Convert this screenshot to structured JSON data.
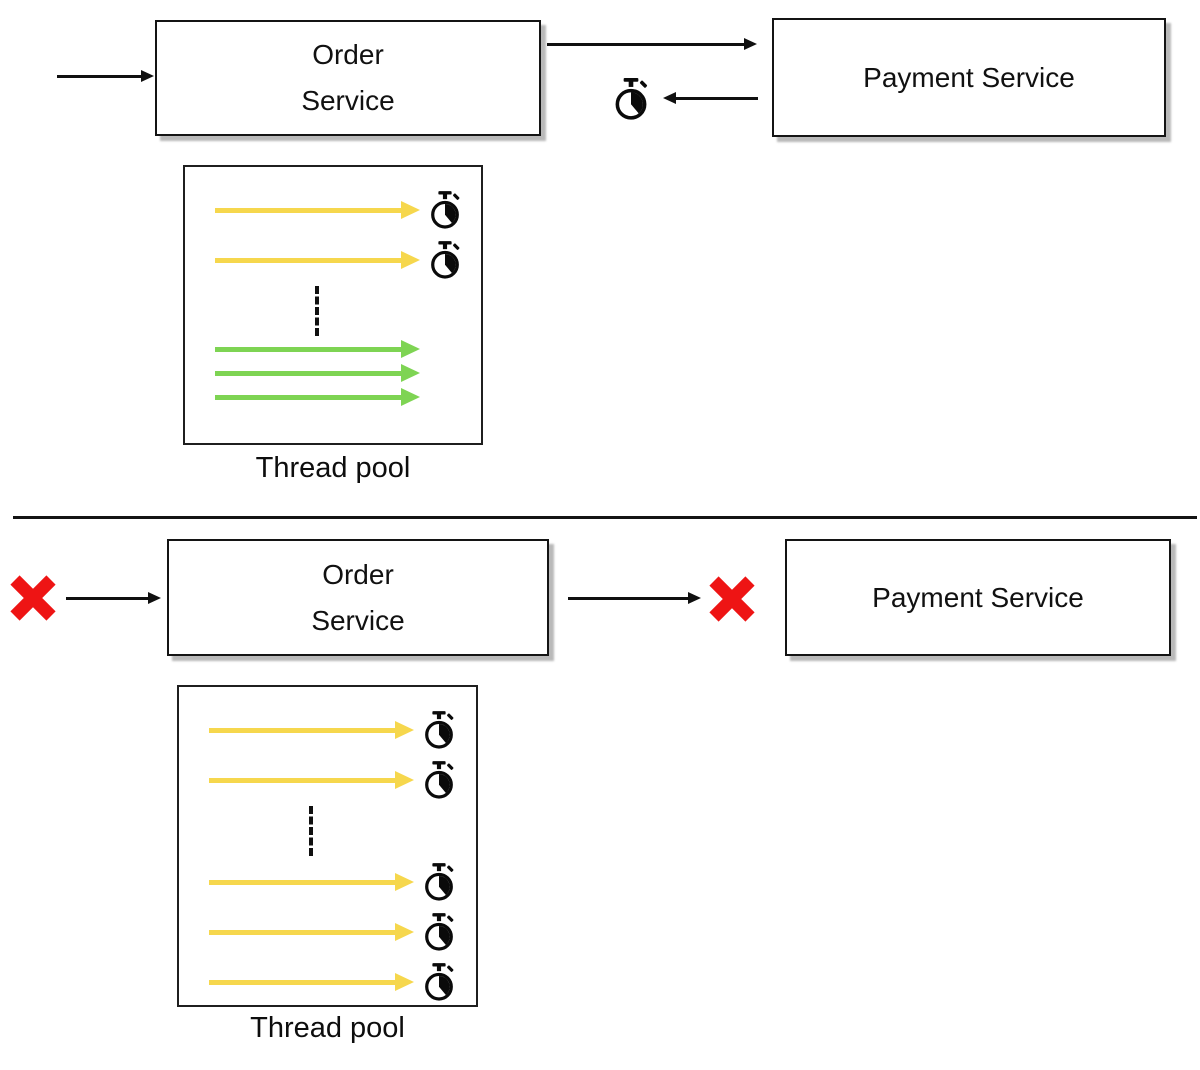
{
  "colors": {
    "timeout_arrow": "#F6D74D",
    "active_arrow": "#7ED453",
    "failure_red": "#EE1414",
    "line_black": "#101010"
  },
  "top_scenario": {
    "order_service": {
      "line1": "Order",
      "line2": "Service"
    },
    "payment_service": {
      "label": "Payment Service"
    },
    "thread_pool": {
      "label": "Thread pool",
      "rows": [
        {
          "type": "timeout",
          "icon": "stopwatch-icon"
        },
        {
          "type": "timeout",
          "icon": "stopwatch-icon"
        },
        {
          "type": "ellipsis",
          "icon": "thread-ellipsis"
        },
        {
          "type": "active"
        },
        {
          "type": "active"
        },
        {
          "type": "active"
        }
      ]
    }
  },
  "bottom_scenario": {
    "order_service": {
      "line1": "Order",
      "line2": "Service"
    },
    "payment_service": {
      "label": "Payment Service"
    },
    "thread_pool": {
      "label": "Thread pool",
      "rows": [
        {
          "type": "timeout",
          "icon": "stopwatch-icon"
        },
        {
          "type": "timeout",
          "icon": "stopwatch-icon"
        },
        {
          "type": "ellipsis",
          "icon": "thread-ellipsis"
        },
        {
          "type": "timeout",
          "icon": "stopwatch-icon"
        },
        {
          "type": "timeout",
          "icon": "stopwatch-icon"
        },
        {
          "type": "timeout",
          "icon": "stopwatch-icon"
        }
      ]
    }
  }
}
